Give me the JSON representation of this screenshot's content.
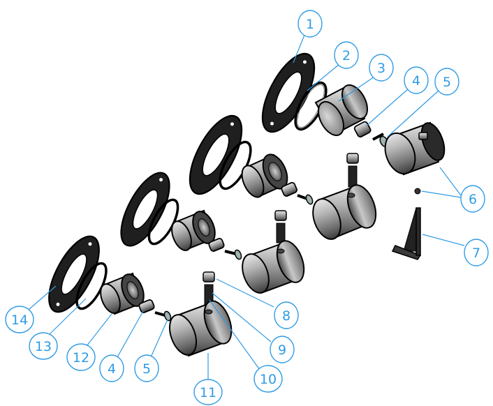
{
  "diagram": {
    "callouts": [
      {
        "label": "1"
      },
      {
        "label": "2"
      },
      {
        "label": "3"
      },
      {
        "label": "4"
      },
      {
        "label": "5"
      },
      {
        "label": "6"
      },
      {
        "label": "7"
      },
      {
        "label": "8"
      },
      {
        "label": "9"
      },
      {
        "label": "10"
      },
      {
        "label": "11"
      },
      {
        "label": "5"
      },
      {
        "label": "4"
      },
      {
        "label": "12"
      },
      {
        "label": "13"
      },
      {
        "label": "14"
      }
    ],
    "colors": {
      "callout": "#2f9be6",
      "part_dark": "#1e1e1e",
      "part_metal": "#8a8a8a"
    }
  }
}
